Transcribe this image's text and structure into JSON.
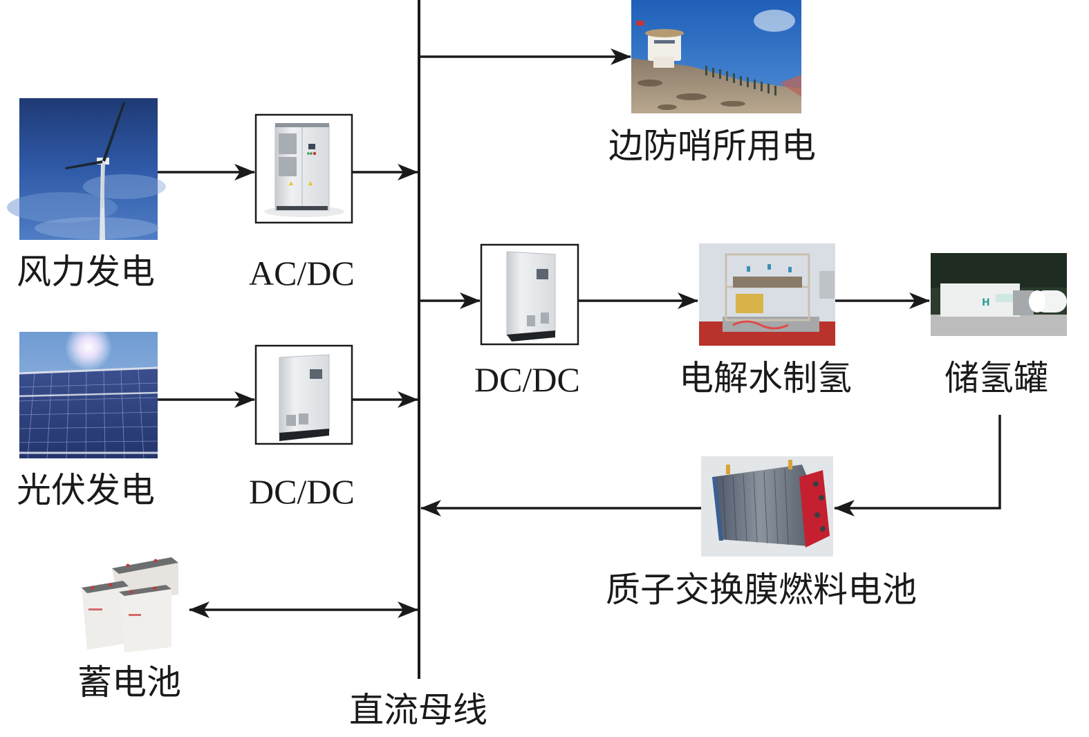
{
  "diagram": {
    "type": "energy-system-block-diagram",
    "bus": {
      "label": "直流母线"
    },
    "nodes": {
      "wind": {
        "label": "风力发电",
        "picture": "wind-turbine-photo"
      },
      "acdc": {
        "label": "AC/DC",
        "picture": "converter-cabinet-photo"
      },
      "pv": {
        "label": "光伏发电",
        "picture": "solar-panel-photo"
      },
      "dcdc_pv": {
        "label": "DC/DC",
        "picture": "converter-cabinet-photo"
      },
      "battery": {
        "label": "蓄电池",
        "picture": "battery-bank-photo"
      },
      "load": {
        "label": "边防哨所用电",
        "picture": "border-post-photo"
      },
      "dcdc_h2": {
        "label": "DC/DC",
        "picture": "converter-cabinet-photo"
      },
      "electrolyzer": {
        "label": "电解水制氢",
        "picture": "electrolyzer-photo"
      },
      "h2_tank": {
        "label": "储氢罐",
        "picture": "hydrogen-tank-photo"
      },
      "fuel_cell": {
        "label": "质子交换膜燃料电池",
        "picture": "pem-fuel-cell-photo"
      }
    },
    "edges": [
      {
        "from": "风力发电",
        "to": "AC/DC",
        "direction": "one-way"
      },
      {
        "from": "AC/DC",
        "to": "直流母线",
        "direction": "one-way"
      },
      {
        "from": "光伏发电",
        "to": "DC/DC",
        "direction": "one-way"
      },
      {
        "from": "DC/DC",
        "to": "直流母线",
        "direction": "one-way"
      },
      {
        "from": "蓄电池",
        "to": "直流母线",
        "direction": "two-way"
      },
      {
        "from": "直流母线",
        "to": "边防哨所用电",
        "direction": "one-way"
      },
      {
        "from": "直流母线",
        "to": "DC/DC",
        "direction": "one-way"
      },
      {
        "from": "DC/DC",
        "to": "电解水制氢",
        "direction": "one-way"
      },
      {
        "from": "电解水制氢",
        "to": "储氢罐",
        "direction": "one-way"
      },
      {
        "from": "储氢罐",
        "to": "质子交换膜燃料电池",
        "direction": "one-way"
      },
      {
        "from": "质子交换膜燃料电池",
        "to": "直流母线",
        "direction": "one-way"
      }
    ],
    "colors": {
      "line": "#1a1a1a",
      "sky": "#2f5aa8",
      "cabinet": "#e6e8ea",
      "fuel_cell_red": "#c4202f"
    }
  }
}
